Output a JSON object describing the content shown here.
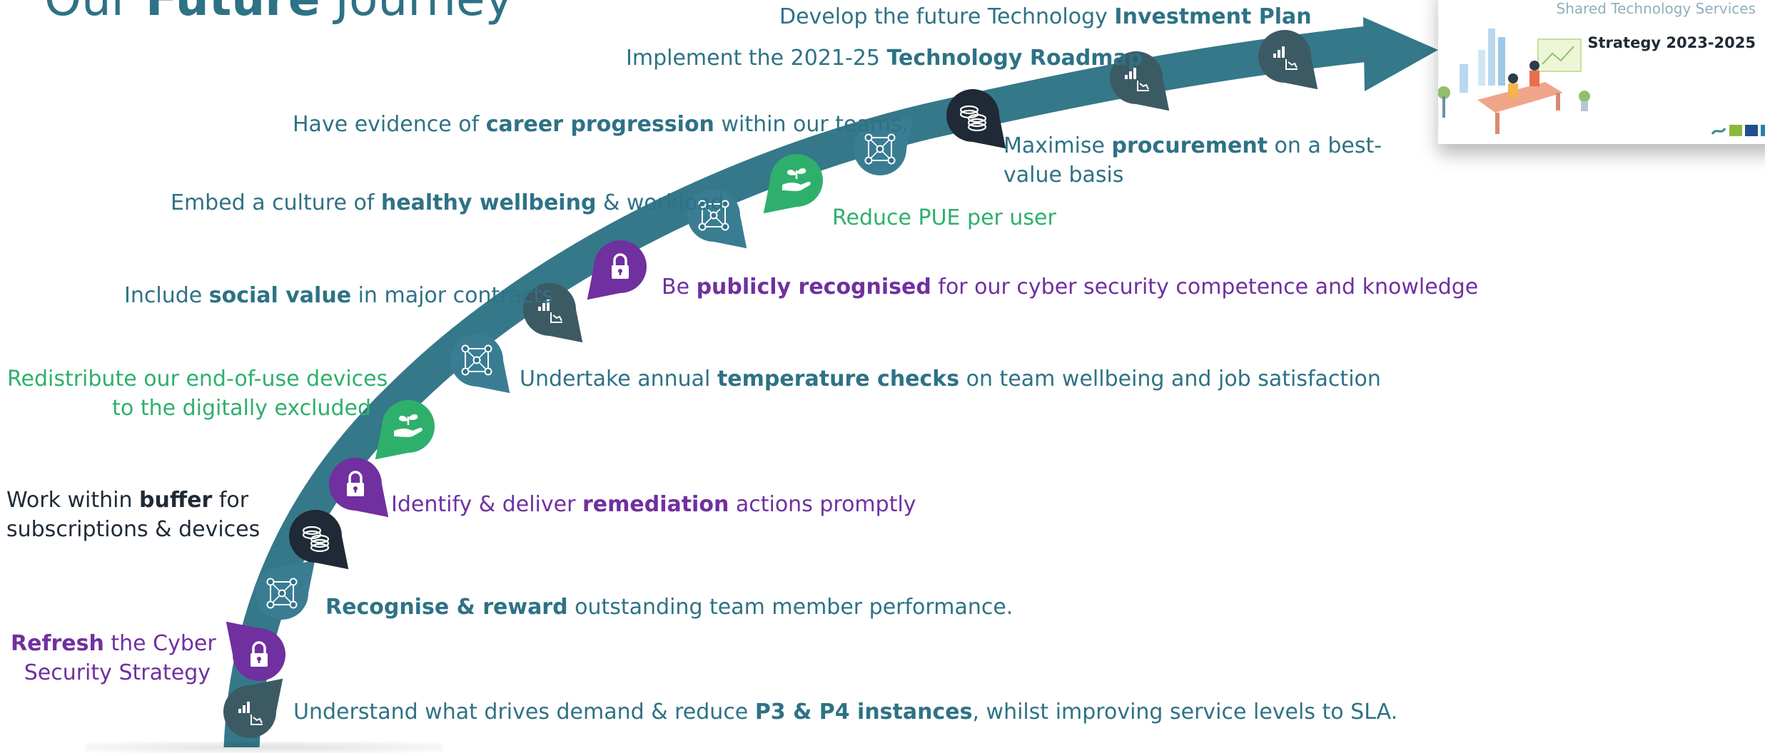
{
  "title": {
    "part1": "Our ",
    "bold": "Future",
    "part2": " Journey"
  },
  "card": {
    "subtitle": "Shared Technology Services",
    "strategy": "Strategy 2023-2025"
  },
  "colors": {
    "teal": "#2e7285",
    "purple": "#7030a0",
    "green": "#2eb06c",
    "dark": "#1f2a36",
    "road": "#357889"
  },
  "milestones": [
    {
      "icon": "chart-icon",
      "pre": "Understand what drives demand & reduce ",
      "bold": "P3 & P4 instances",
      "post": ", whilst improving service levels to SLA."
    },
    {
      "icon": "lock-icon",
      "pre": "",
      "bold": "Refresh",
      "post": " the Cyber",
      "line2": "Security Strategy"
    },
    {
      "icon": "team-icon",
      "pre": "",
      "bold": "Recognise & reward",
      "post": " outstanding team member performance."
    },
    {
      "icon": "coins-icon",
      "pre": "Work within ",
      "bold": "buffer",
      "post": " for",
      "line2": "subscriptions & devices"
    },
    {
      "icon": "lock-icon",
      "pre": "Identify & deliver ",
      "bold": "remediation",
      "post": " actions promptly"
    },
    {
      "icon": "plant-hand-icon",
      "line1": "Redistribute our end-of-use devices",
      "line2": "to the digitally excluded"
    },
    {
      "icon": "team-icon",
      "pre": "Undertake annual ",
      "bold": "temperature checks",
      "post": " on team wellbeing and job satisfaction"
    },
    {
      "icon": "chart-icon",
      "pre": "Include ",
      "bold": "social value",
      "post": " in major contracts"
    },
    {
      "icon": "lock-icon",
      "pre": "Be ",
      "bold": "publicly recognised",
      "post": " for our cyber security competence and knowledge"
    },
    {
      "icon": "team-icon",
      "pre": "Embed a culture of ",
      "bold": "healthy wellbeing",
      "post": " & workload"
    },
    {
      "icon": "plant-hand-icon",
      "line1": "Reduce PUE per user"
    },
    {
      "icon": "team-icon",
      "pre": "Have evidence of ",
      "bold": "career progression",
      "post": " within our teams."
    },
    {
      "icon": "coins-icon",
      "pre": "Maximise ",
      "bold": "procurement",
      "post": " on a best-",
      "line2": "value basis"
    },
    {
      "icon": "chart-icon",
      "pre": "Implement the 2021-25 ",
      "bold": "Technology Roadmap",
      "post": ""
    },
    {
      "icon": "chart-icon",
      "pre": "Develop the future Technology ",
      "bold": "Investment Plan",
      "post": ""
    }
  ]
}
